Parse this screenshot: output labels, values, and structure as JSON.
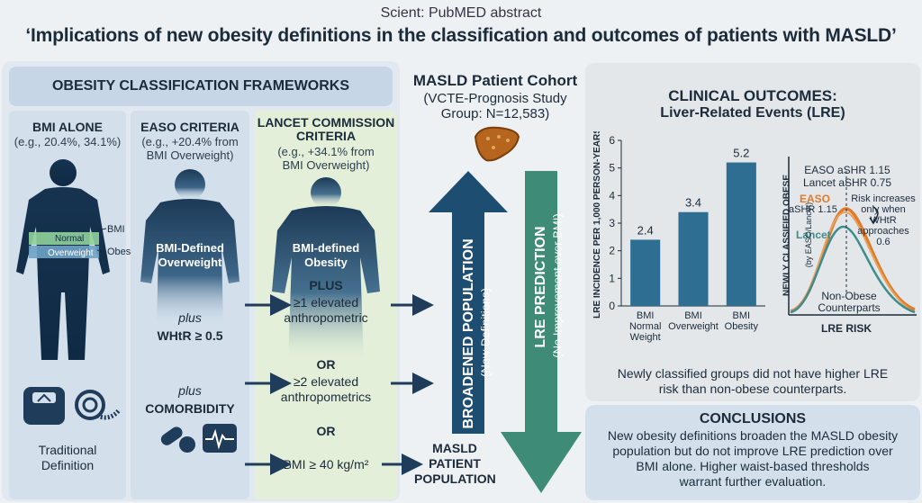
{
  "header": {
    "source": "Scient: PubMED abstract",
    "title": "‘Implications of new obesity definitions in the classification and outcomes of patients with MASLD’"
  },
  "frameworks": {
    "heading": "OBESITY CLASSIFICATION FRAMEWORKS",
    "bmi": {
      "title": "BMI ALONE",
      "sub": "(e.g., 20.4%, 34.1%)",
      "band_normal": "Normal",
      "band_overweight": "Overweight",
      "label_bmi": "BMI",
      "label_obese": "Obese",
      "footer_line1": "Traditional",
      "footer_line2": "Definition"
    },
    "easo": {
      "title": "EASO CRITERIA",
      "sub1": "(e.g., +20.4% from",
      "sub2": "BMI Overweight)",
      "body1": "BMI-Defined",
      "body2": "Overweight",
      "plus1": "plus",
      "whtr": "WHtR ≥ 0.5",
      "plus2": "plus",
      "comorbidity": "COMORBIDITY"
    },
    "lancet": {
      "title1": "LANCET COMMISSION",
      "title2": "CRITERIA",
      "sub1": "(e.g., +34.1% from",
      "sub2": "BMI Overweight)",
      "body1": "BMI-defined",
      "body2": "Obesity",
      "plus": "PLUS",
      "c1a": "≥1 elevated",
      "c1b": "anthropometric",
      "or1": "OR",
      "c2a": "≥2 elevated",
      "c2b": "anthropometrics",
      "or2": "OR",
      "c3": "BMI ≥ 40 kg/m²"
    }
  },
  "cohort": {
    "title": "MASLD Patient Cohort",
    "sub1": "(VCTE-Prognosis Study",
    "sub2": "Group: N=12,583)",
    "arrow_up_main": "BROADENED POPULATION",
    "arrow_up_sub": "(New Definitions)",
    "arrow_down_main": "LRE PREDICTION",
    "arrow_down_sub": "(No Improvement over BMI)",
    "population1": "MASLD",
    "population2": "PATIENT",
    "population3": "POPULATION"
  },
  "outcomes": {
    "title1": "CLINICAL OUTCOMES:",
    "title2": "Liver-Related Events (LRE)",
    "caption1": "Newly classified groups did not have higher LRE",
    "caption2": "risk than non-obese counterparts.",
    "curve": {
      "easo_shr": "EASO aSHR 1.15",
      "lancet_shr": "Lancet aSHR 0.75",
      "note1": "Risk increases",
      "note2": "only when",
      "note3": "WHtR",
      "note4": "approaches 0.6",
      "easo_label": "EASO",
      "easo_label2": "aSHR 1.15",
      "lancet_label": "Lancet",
      "nonobese1": "Non-Obese",
      "nonobese2": "Counterparts",
      "ylabel": "NEWLY CLASSIFIED OBESE",
      "ylabel2": "(by EASO/Lancet)",
      "xlabel": "LRE RISK",
      "easo_color": "#e07b2a",
      "lancet_color": "#3e8c8c"
    }
  },
  "conclusions": {
    "heading": "CONCLUSIONS",
    "line1": "New obesity definitions broaden the MASLD obesity",
    "line2": "population but do not improve LRE prediction over",
    "line3": "BMI alone. Higher waist-based thresholds",
    "line4": "warrant further evaluation."
  },
  "chart_data": {
    "type": "bar",
    "categories": [
      "BMI Normal Weight",
      "BMI Overweight",
      "BMI Obesity"
    ],
    "category_lines": [
      [
        "BMI",
        "Normal",
        "Weight"
      ],
      [
        "BMI",
        "Overweight"
      ],
      [
        "BMI",
        "Obesity"
      ]
    ],
    "values": [
      2.4,
      3.4,
      5.2
    ],
    "value_labels": [
      "2.4",
      "3.4",
      "5.2"
    ],
    "ylabel": "LRE INCIDENCE PER 1,000 PERSON-YEARS",
    "ylim": [
      0,
      6
    ],
    "yticks": [
      "0",
      "1",
      "2",
      "3",
      "4",
      "5",
      "6"
    ],
    "bar_color": "#2f6e93"
  }
}
